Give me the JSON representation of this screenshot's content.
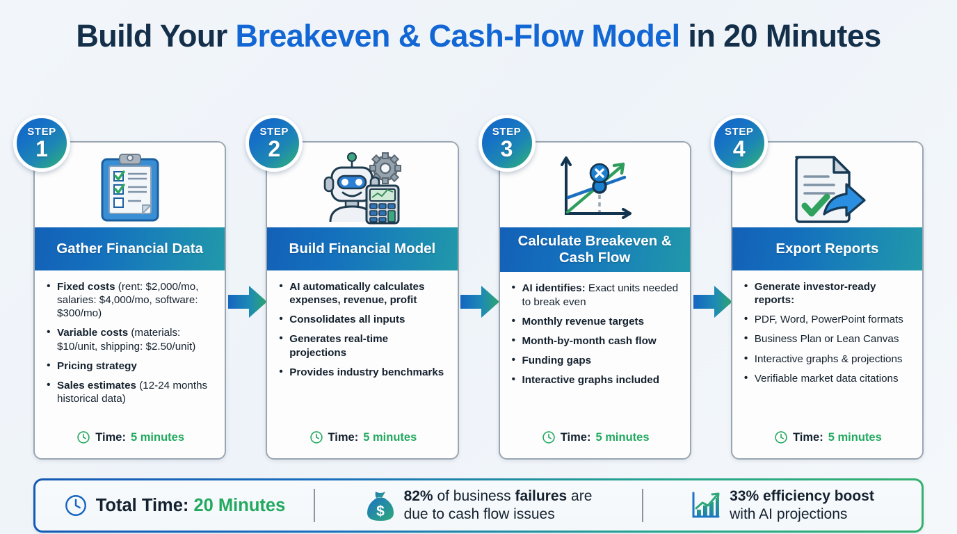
{
  "title": {
    "part1": "Build Your ",
    "highlight": "Breakeven & Cash-Flow Model",
    "part2": " in 20 Minutes"
  },
  "steps": [
    {
      "badge_word": "STEP",
      "badge_number": "1",
      "icon": "clipboard-checklist-icon",
      "header": "Gather Financial Data",
      "bullets": [
        {
          "bold": "Fixed costs",
          "rest": " (rent: $2,000/mo, salaries: $4,000/mo, software: $300/mo)"
        },
        {
          "bold": "Variable costs",
          "rest": " (materials: $10/unit, shipping: $2.50/unit)"
        },
        {
          "bold": "Pricing strategy",
          "rest": ""
        },
        {
          "bold": "Sales estimates",
          "rest": " (12-24 months historical data)"
        }
      ],
      "time_label": "Time:",
      "time_value": "5 minutes"
    },
    {
      "badge_word": "STEP",
      "badge_number": "2",
      "icon": "robot-calculator-icon",
      "header": "Build Financial Model",
      "bullets": [
        {
          "bold": "AI automatically calculates expenses, revenue, profit",
          "rest": ""
        },
        {
          "bold": "Consolidates all inputs",
          "rest": ""
        },
        {
          "bold": "Generates real-time projections",
          "rest": ""
        },
        {
          "bold": "Provides industry benchmarks",
          "rest": ""
        }
      ],
      "time_label": "Time:",
      "time_value": "5 minutes"
    },
    {
      "badge_word": "STEP",
      "badge_number": "3",
      "icon": "breakeven-chart-icon",
      "header": "Calculate Breakeven & Cash Flow",
      "bullets": [
        {
          "bold": "AI identifies:",
          "rest": " Exact units needed to break even"
        },
        {
          "bold": "Monthly revenue targets",
          "rest": ""
        },
        {
          "bold": "Month-by-month cash flow",
          "rest": ""
        },
        {
          "bold": "Funding gaps",
          "rest": ""
        },
        {
          "bold": "Interactive graphs included",
          "rest": ""
        }
      ],
      "time_label": "Time:",
      "time_value": "5 minutes"
    },
    {
      "badge_word": "STEP",
      "badge_number": "4",
      "icon": "document-export-icon",
      "header": "Export Reports",
      "bullets": [
        {
          "bold": "Generate investor-ready reports:",
          "rest": ""
        },
        {
          "bold": "",
          "rest": "PDF, Word, PowerPoint formats"
        },
        {
          "bold": "",
          "rest": "Business Plan or Lean Canvas"
        },
        {
          "bold": "",
          "rest": "Interactive graphs & projections"
        },
        {
          "bold": "",
          "rest": "Verifiable market data citations"
        }
      ],
      "time_label": "Time:",
      "time_value": "5 minutes"
    }
  ],
  "footer": {
    "total_time_label": "Total Time:",
    "total_time_value": "20 Minutes",
    "total_time_icon": "clock-icon",
    "stat_money": {
      "icon": "money-bag-icon",
      "line1_bold_1": "82%",
      "line1_mid": " of business ",
      "line1_bold_2": "failures",
      "line1_end": " are",
      "line2": "due to cash flow issues"
    },
    "stat_efficiency": {
      "icon": "growth-chart-icon",
      "line1": "33% efficiency boost",
      "line2": "with AI projections"
    }
  },
  "colors": {
    "brand_blue": "#1267d4",
    "title_dark": "#132f4a",
    "header_gradient_start": "#1361b8",
    "header_gradient_end": "#2198a9",
    "green": "#22a95f",
    "badge_gradient_start": "#1567c6",
    "badge_gradient_end": "#31b27c"
  }
}
